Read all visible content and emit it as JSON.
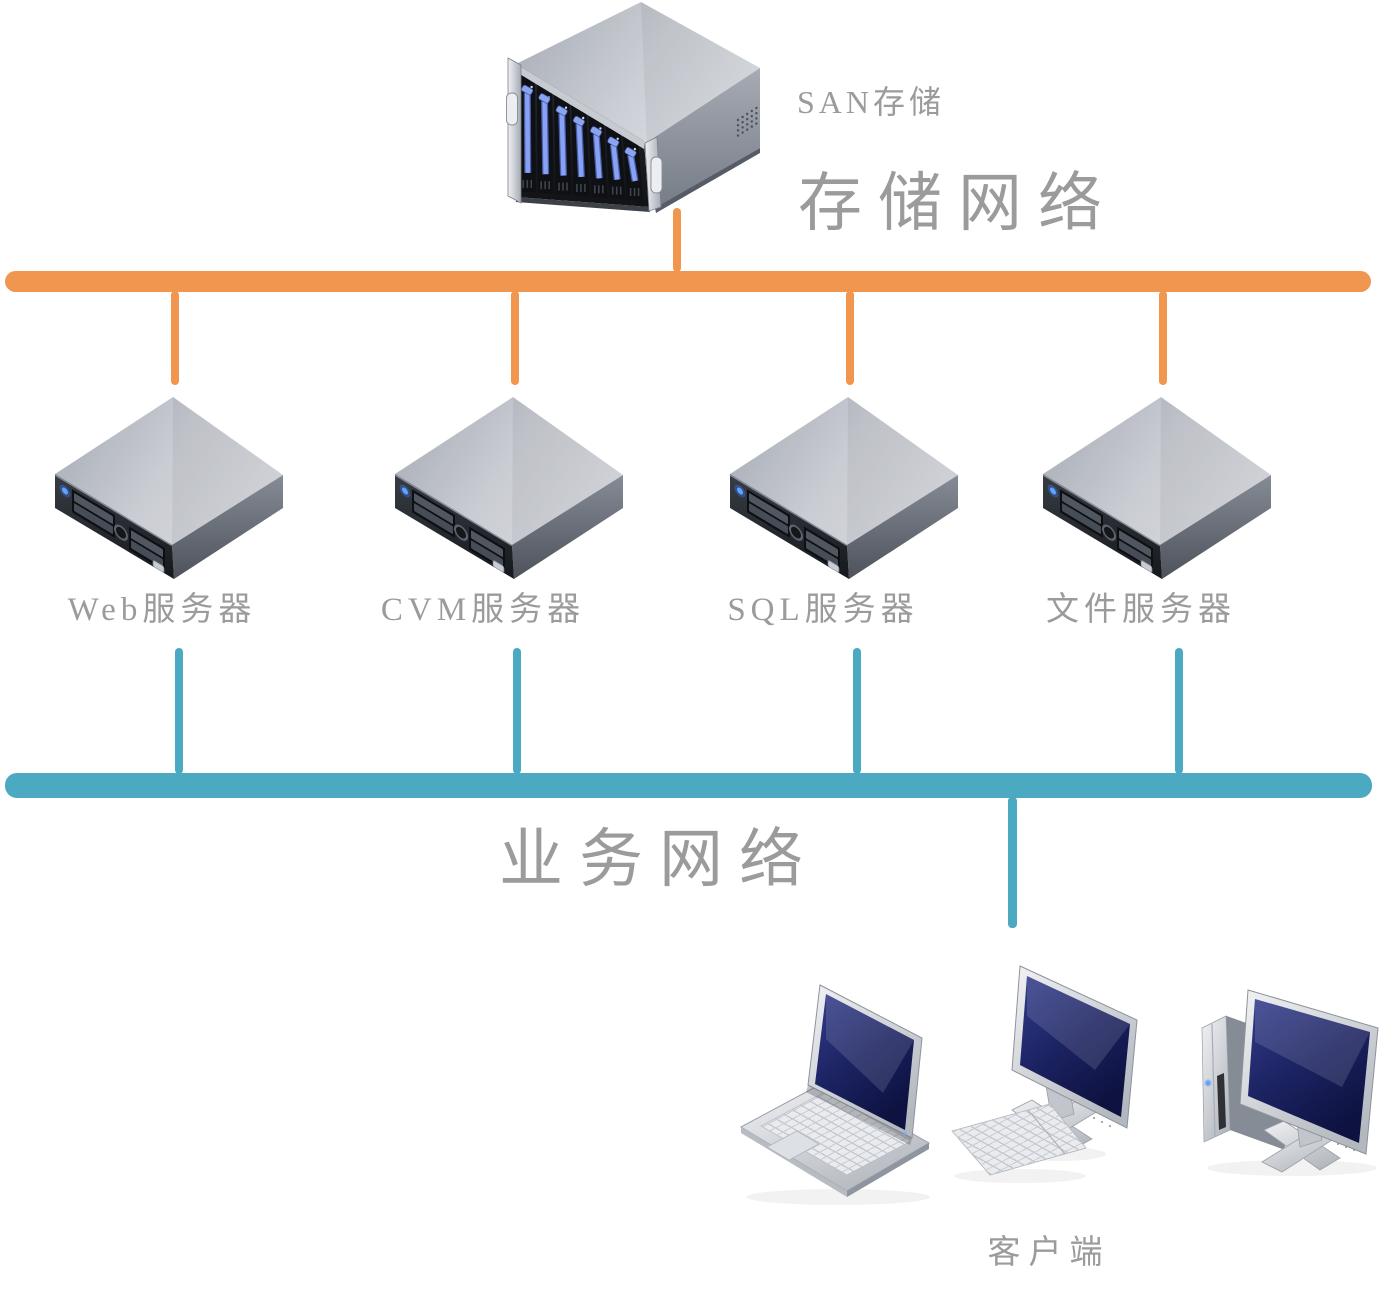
{
  "diagram": {
    "nodes": {
      "san": {
        "label": "SAN存储"
      },
      "servers": [
        {
          "id": "web",
          "label": "Web服务器"
        },
        {
          "id": "cvm",
          "label": "CVM服务器"
        },
        {
          "id": "sql",
          "label": "SQL服务器"
        },
        {
          "id": "file",
          "label": "文件服务器"
        }
      ],
      "clients": {
        "label": "客户端",
        "devices": [
          "laptop",
          "monitor-with-keyboard",
          "desktop-tower-with-monitor"
        ]
      }
    },
    "networks": {
      "storage": {
        "label": "存储网络",
        "color": "#F0964F"
      },
      "business": {
        "label": "业务网络",
        "color": "#4BA9C2"
      }
    },
    "colors": {
      "label_gray": "#9B9B9B",
      "screen_navy": "#1b2260"
    }
  }
}
